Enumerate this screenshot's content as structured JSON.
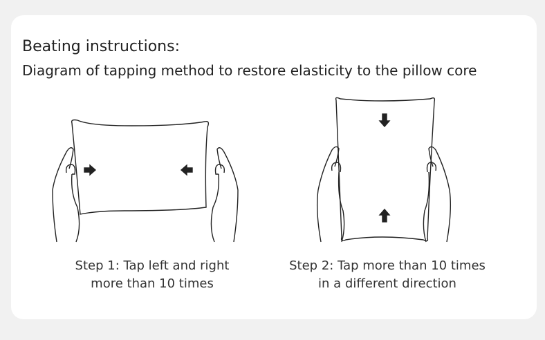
{
  "header": {
    "title": "Beating instructions:",
    "subtitle": "Diagram of tapping method to restore elasticity to the pillow core"
  },
  "steps": [
    {
      "line1": "Step 1: Tap left and right",
      "line2": "more than 10 times",
      "arrows": "horizontal-inward"
    },
    {
      "line1": "Step 2: Tap more than 10 times",
      "line2": "in a different direction",
      "arrows": "vertical-inward"
    }
  ]
}
